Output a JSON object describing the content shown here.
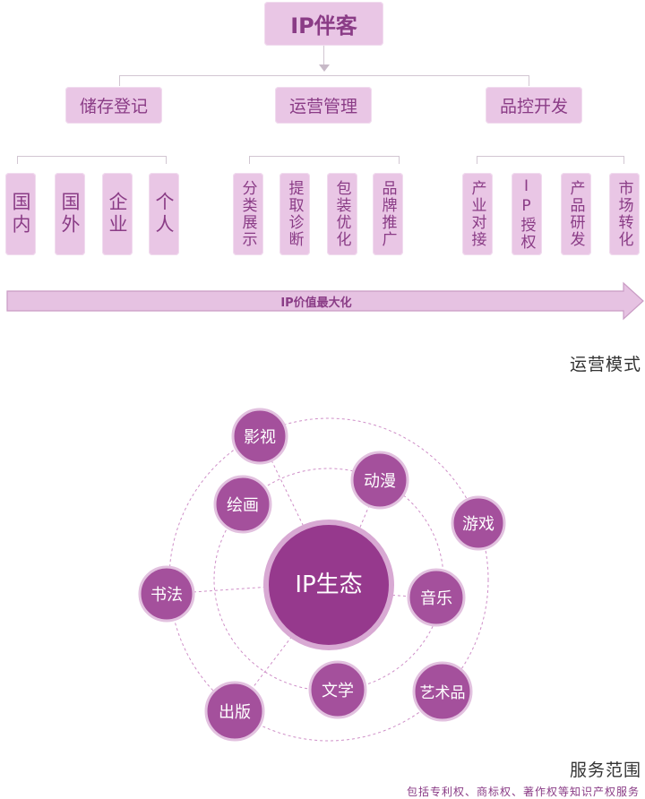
{
  "root": "IP伴客",
  "categories": [
    {
      "label": "储存登记",
      "children": [
        "国内",
        "国外",
        "企业",
        "个人"
      ]
    },
    {
      "label": "运营管理",
      "children": [
        "分类展示",
        "提取诊断",
        "包装优化",
        "品牌推广"
      ]
    },
    {
      "label": "品控开发",
      "children": [
        "产业对接",
        "IP授权",
        "产品研发",
        "市场转化"
      ]
    }
  ],
  "arrow_label": "IP价值最大化",
  "section1_caption": "运营模式",
  "ecosystem": {
    "center": "IP生态",
    "nodes": [
      "影视",
      "动漫",
      "游戏",
      "绘画",
      "音乐",
      "书法",
      "艺术品",
      "文学",
      "出版"
    ]
  },
  "section2_caption": "服务范围",
  "footnote": "包括专利权、商标权、著作权等知识产权服务",
  "colors": {
    "light_box": "#e9c6e5",
    "text_purple": "#8a3c86",
    "node_fill": "#a4509c",
    "center_fill": "#96398d",
    "ring": "#d9a6d4"
  }
}
